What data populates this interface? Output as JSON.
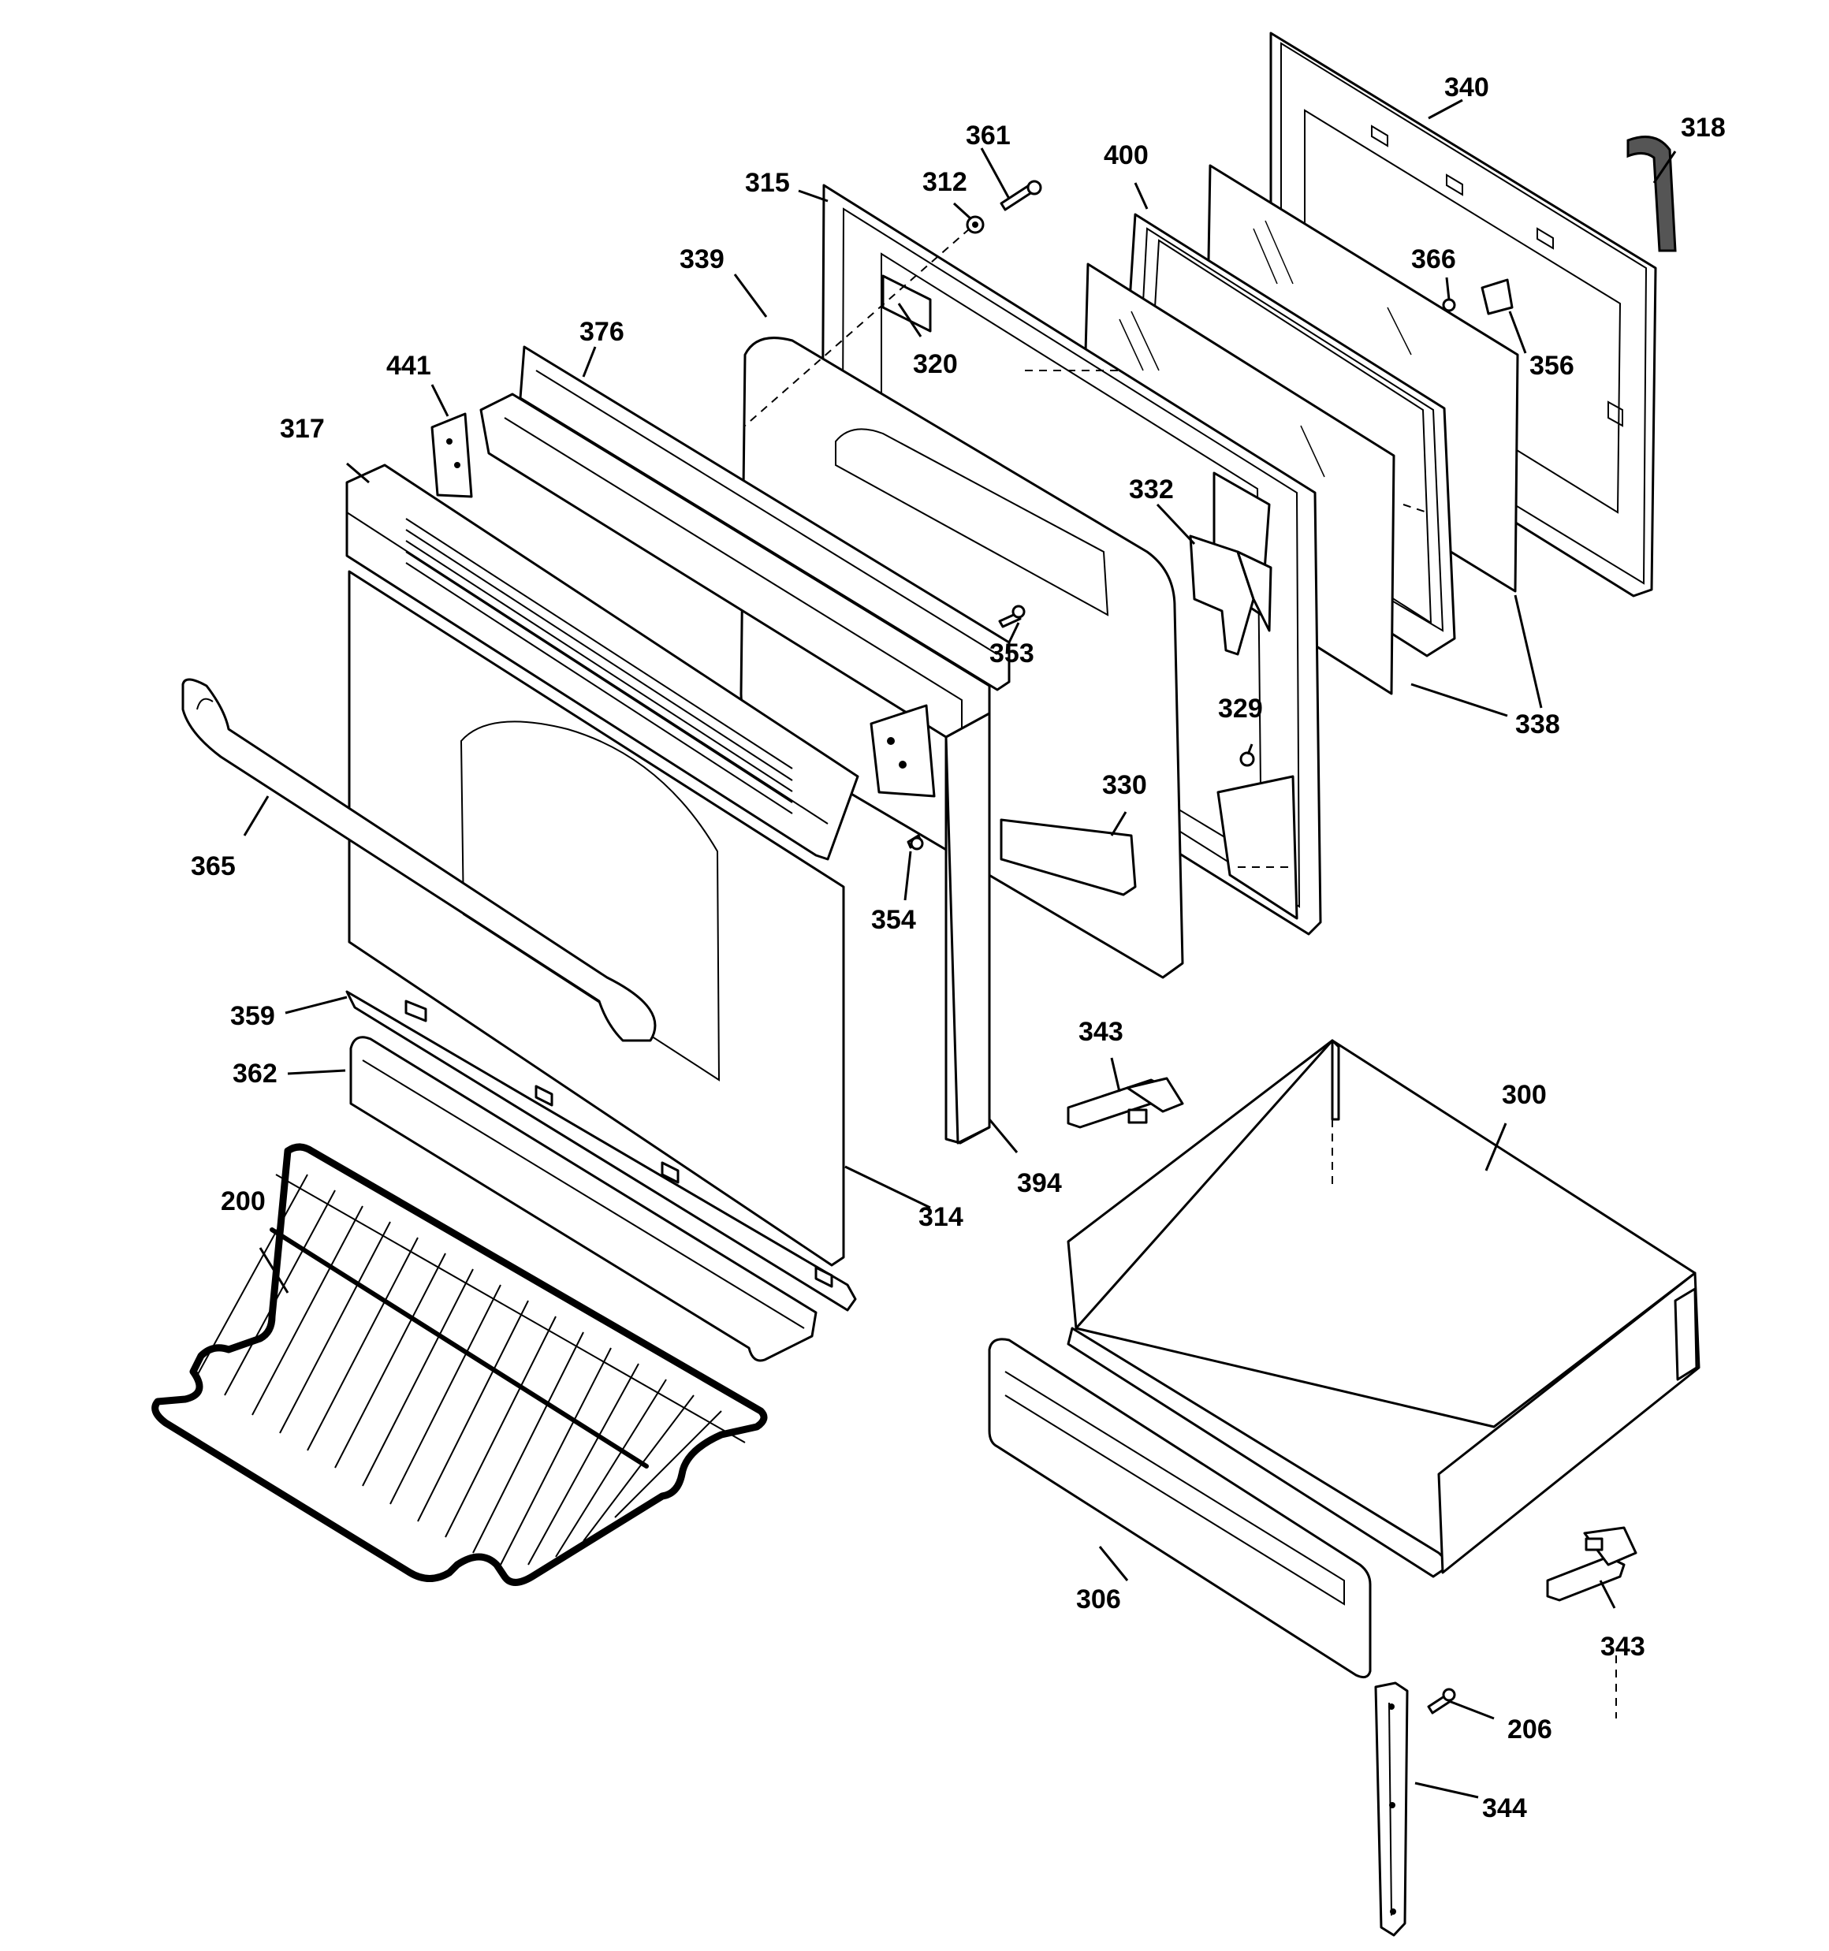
{
  "callouts": {
    "c200": "200",
    "c206": "206",
    "c300": "300",
    "c306": "306",
    "c312": "312",
    "c314": "314",
    "c315": "315",
    "c317": "317",
    "c318": "318",
    "c320": "320",
    "c329": "329",
    "c330": "330",
    "c332": "332",
    "c338a": "338",
    "c338b": "338",
    "c339": "339",
    "c340": "340",
    "c343a": "343",
    "c343b": "343",
    "c344": "344",
    "c353": "353",
    "c354": "354",
    "c356": "356",
    "c359": "359",
    "c361": "361",
    "c362": "362",
    "c365": "365",
    "c366": "366",
    "c376": "376",
    "c394": "394",
    "c400": "400",
    "c441": "441"
  }
}
